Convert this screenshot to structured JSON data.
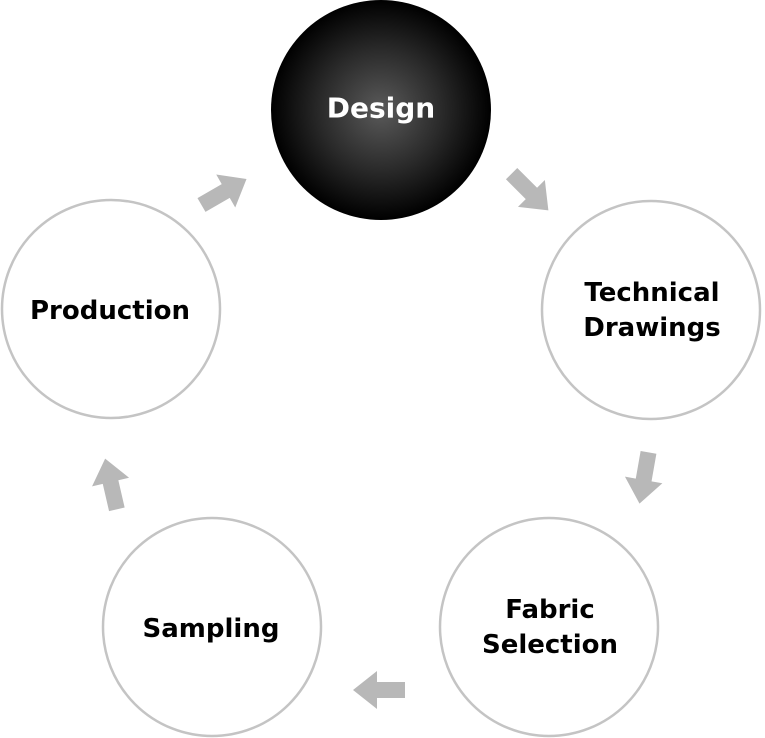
{
  "diagram": {
    "type": "cycle",
    "active_node": "design",
    "colors": {
      "active_fill_center": "#5a5a5a",
      "active_fill_edge": "#000000",
      "circle_stroke": "#c4c4c4",
      "arrow": "#b8b8b8",
      "label_text": "#000000",
      "active_label_text": "#ffffff"
    },
    "nodes": [
      {
        "id": "design",
        "lines": [
          "Design"
        ]
      },
      {
        "id": "technical-drawings",
        "lines": [
          "Technical",
          "Drawings"
        ]
      },
      {
        "id": "fabric-selection",
        "lines": [
          "Fabric",
          "Selection"
        ]
      },
      {
        "id": "sampling",
        "lines": [
          "Sampling"
        ]
      },
      {
        "id": "production",
        "lines": [
          "Production"
        ]
      }
    ],
    "edges": [
      {
        "from": "design",
        "to": "technical-drawings"
      },
      {
        "from": "technical-drawings",
        "to": "fabric-selection"
      },
      {
        "from": "fabric-selection",
        "to": "sampling"
      },
      {
        "from": "sampling",
        "to": "production"
      },
      {
        "from": "production",
        "to": "design"
      }
    ]
  }
}
